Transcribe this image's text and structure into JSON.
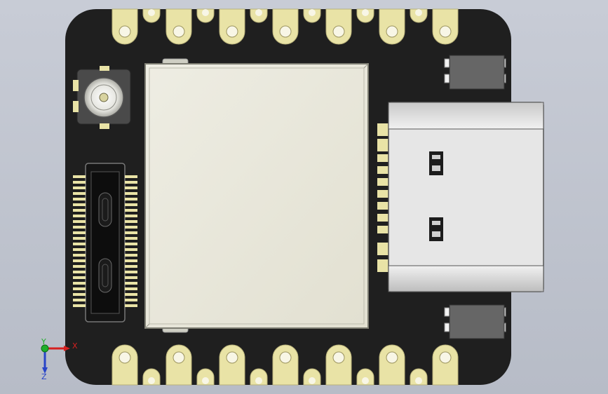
{
  "triad": {
    "x_label": "X",
    "y_label": "Y",
    "z_label": "Z"
  },
  "colors": {
    "background": "#bfc3cd",
    "pcb": "#1f1f1f",
    "pad_gold": "#e9e3a6",
    "shield": "#e8e7db",
    "usb_body": "#d9d9d9",
    "axis_x": "#d62020",
    "axis_y": "#1fae2a",
    "axis_z": "#2844c8"
  }
}
